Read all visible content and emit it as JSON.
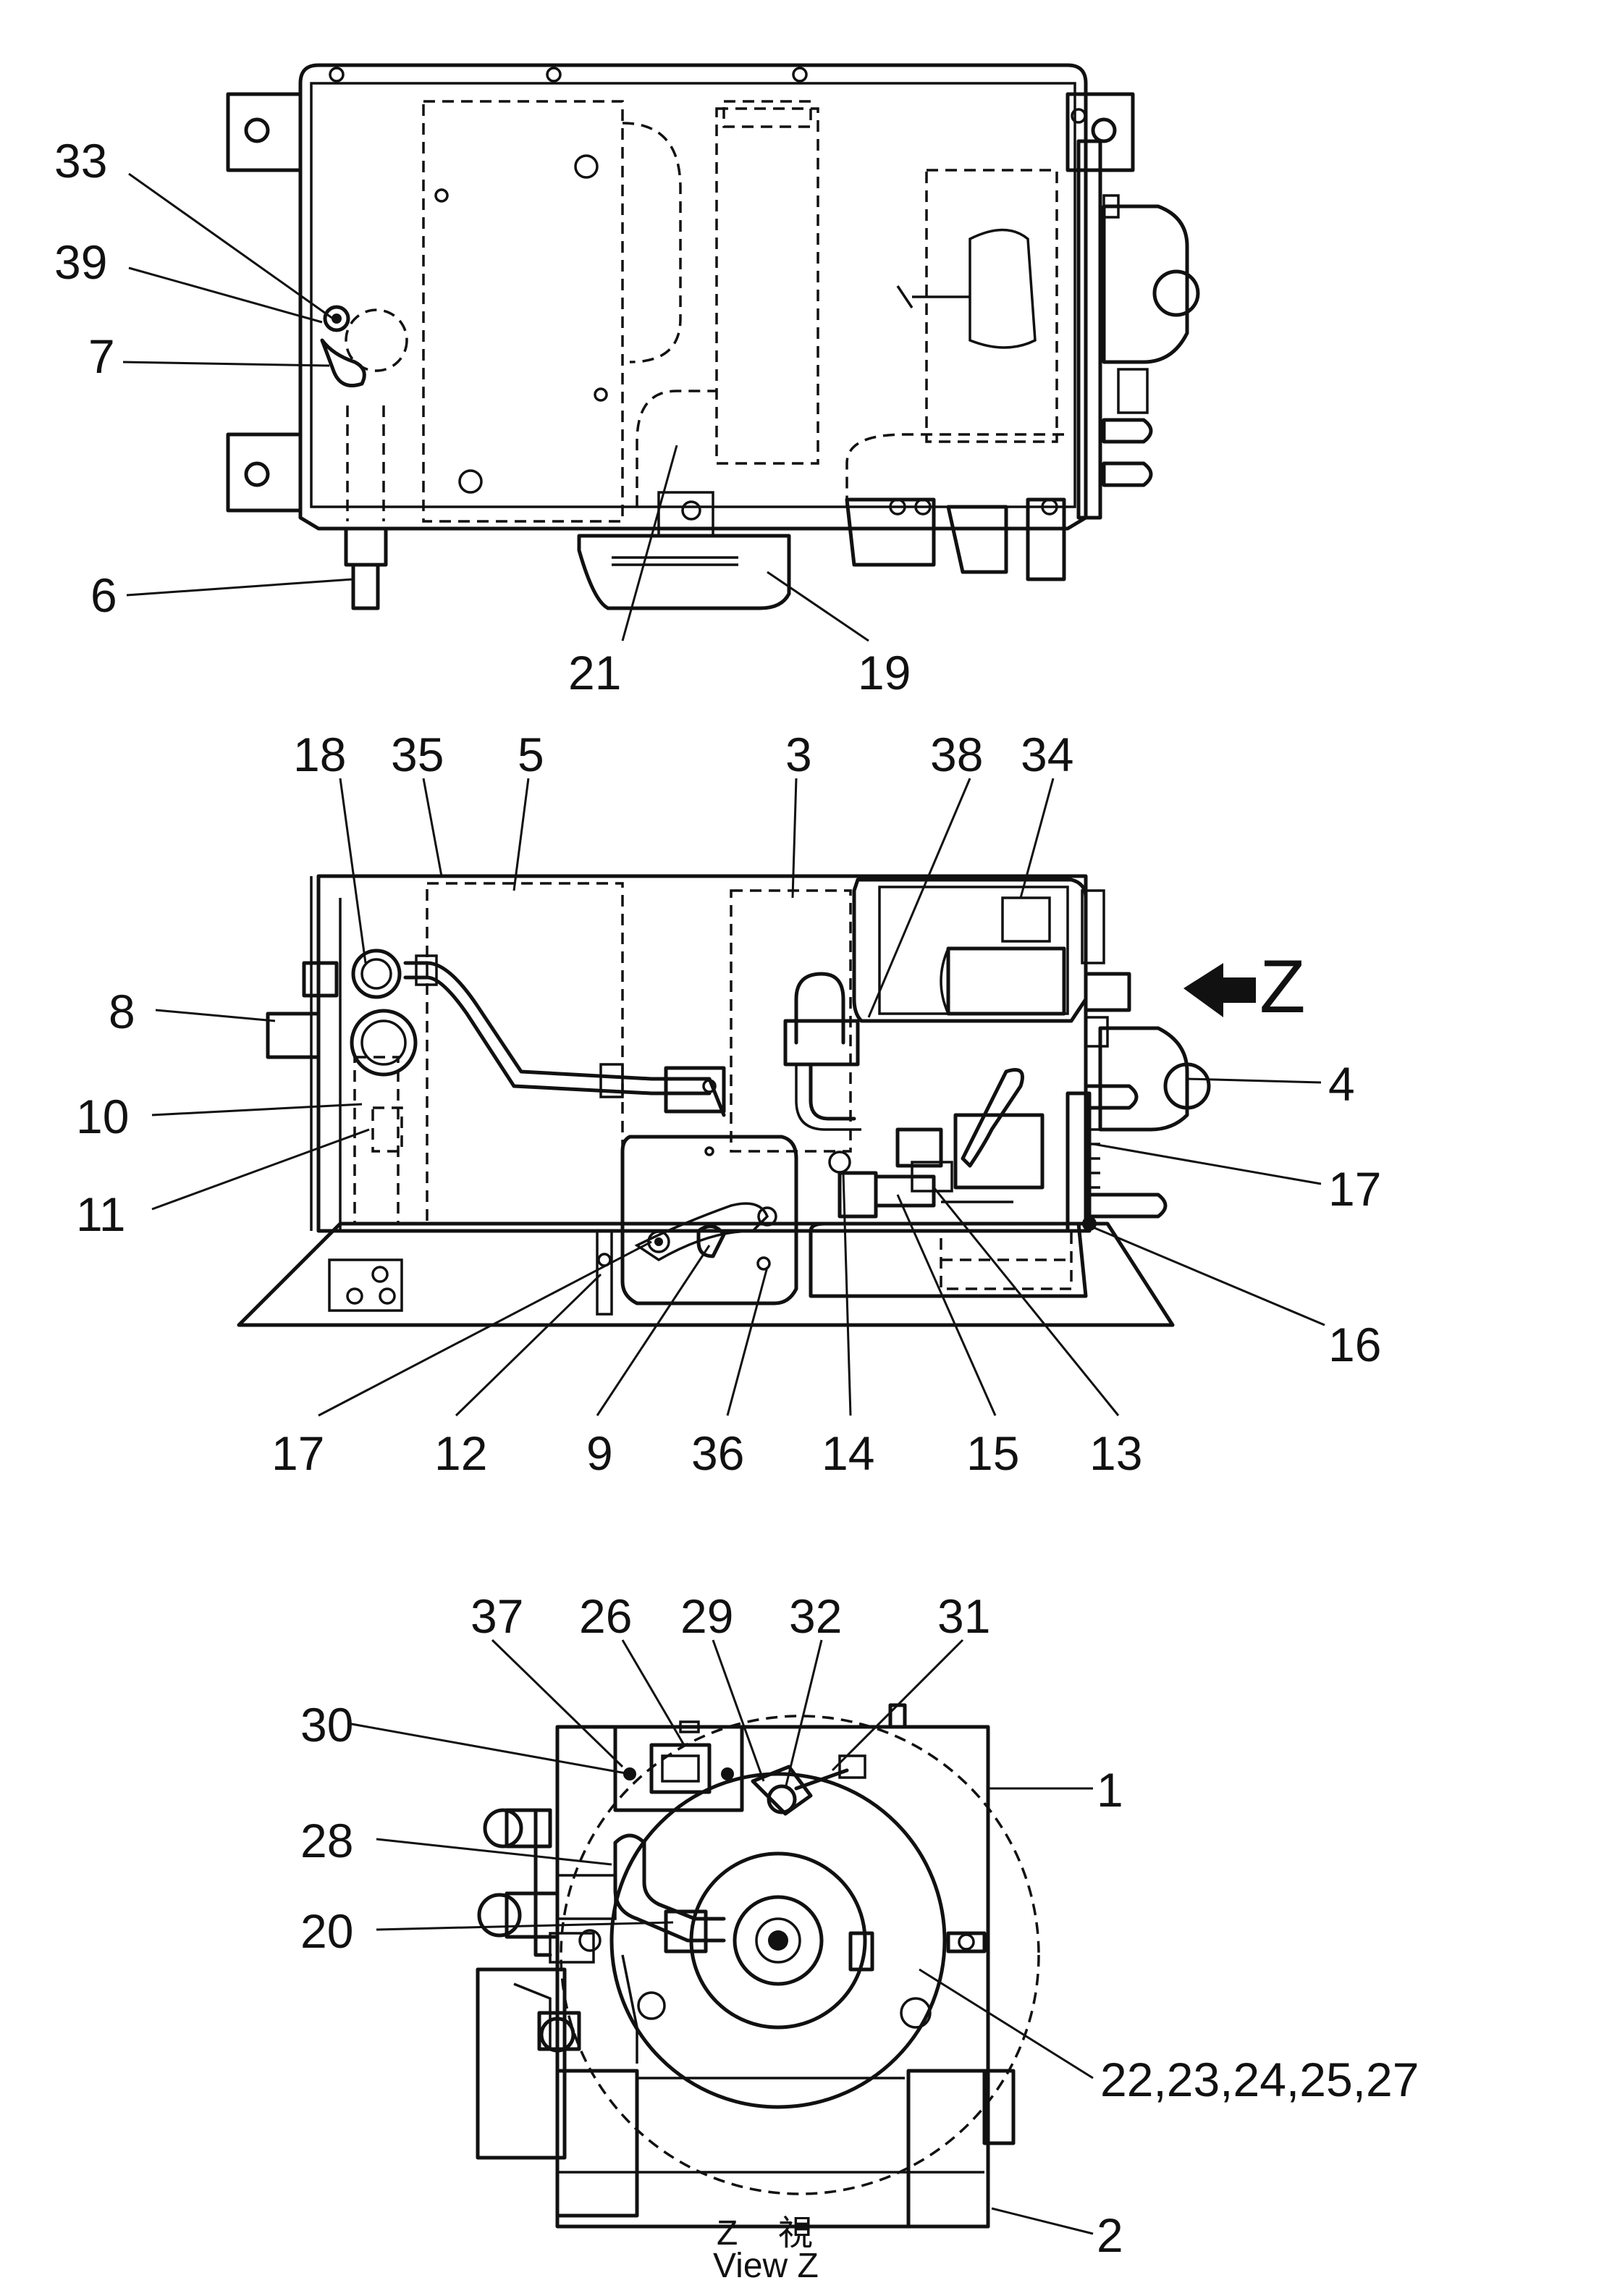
{
  "top_view": {
    "callouts": {
      "c33": "33",
      "c39": "39",
      "c7": "7",
      "c6": "6",
      "c21": "21",
      "c19": "19"
    }
  },
  "side_view": {
    "callouts": {
      "c18": "18",
      "c35": "35",
      "c5": "5",
      "c3": "3",
      "c38": "38",
      "c34": "34",
      "c8": "8",
      "c10": "10",
      "c11": "11",
      "c4": "4",
      "c17r": "17",
      "c16": "16",
      "c17b": "17",
      "c12": "12",
      "c9": "9",
      "c36": "36",
      "c14": "14",
      "c15": "15",
      "c13": "13"
    },
    "view_arrow_label": "Z"
  },
  "view_z": {
    "callouts": {
      "c37": "37",
      "c26": "26",
      "c29": "29",
      "c32": "32",
      "c31": "31",
      "c30": "30",
      "c28": "28",
      "c20": "20",
      "c1": "1",
      "c22": "22,23,24,25,27",
      "c2": "2"
    },
    "caption_jp_z": "Z",
    "caption_jp_view": "視",
    "caption_en": "View Z"
  }
}
